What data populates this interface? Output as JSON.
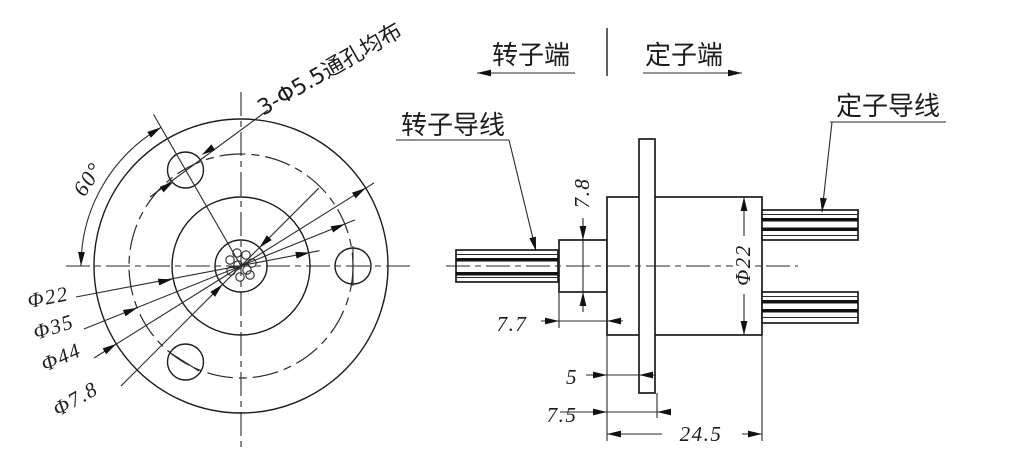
{
  "front_view": {
    "hole_note": "3-Φ5.5通孔均布",
    "angle_label": "60°",
    "dim_labels": {
      "d22": "Φ22",
      "d35": "Φ35",
      "d44": "Φ44",
      "d78": "Φ7.8"
    }
  },
  "side_view": {
    "rotor_end": "转子端",
    "stator_end": "定子端",
    "rotor_wire": "转子导线",
    "stator_wire": "定子导线",
    "dim_labels": {
      "boss_dia": "7.8",
      "boss_len": "7.7",
      "flange_gap": "5",
      "flange_offset": "7.5",
      "body_len": "24.5",
      "body_dia": "Φ22"
    }
  },
  "colors": {
    "line": "#1c1c1c",
    "background": "#ffffff"
  }
}
